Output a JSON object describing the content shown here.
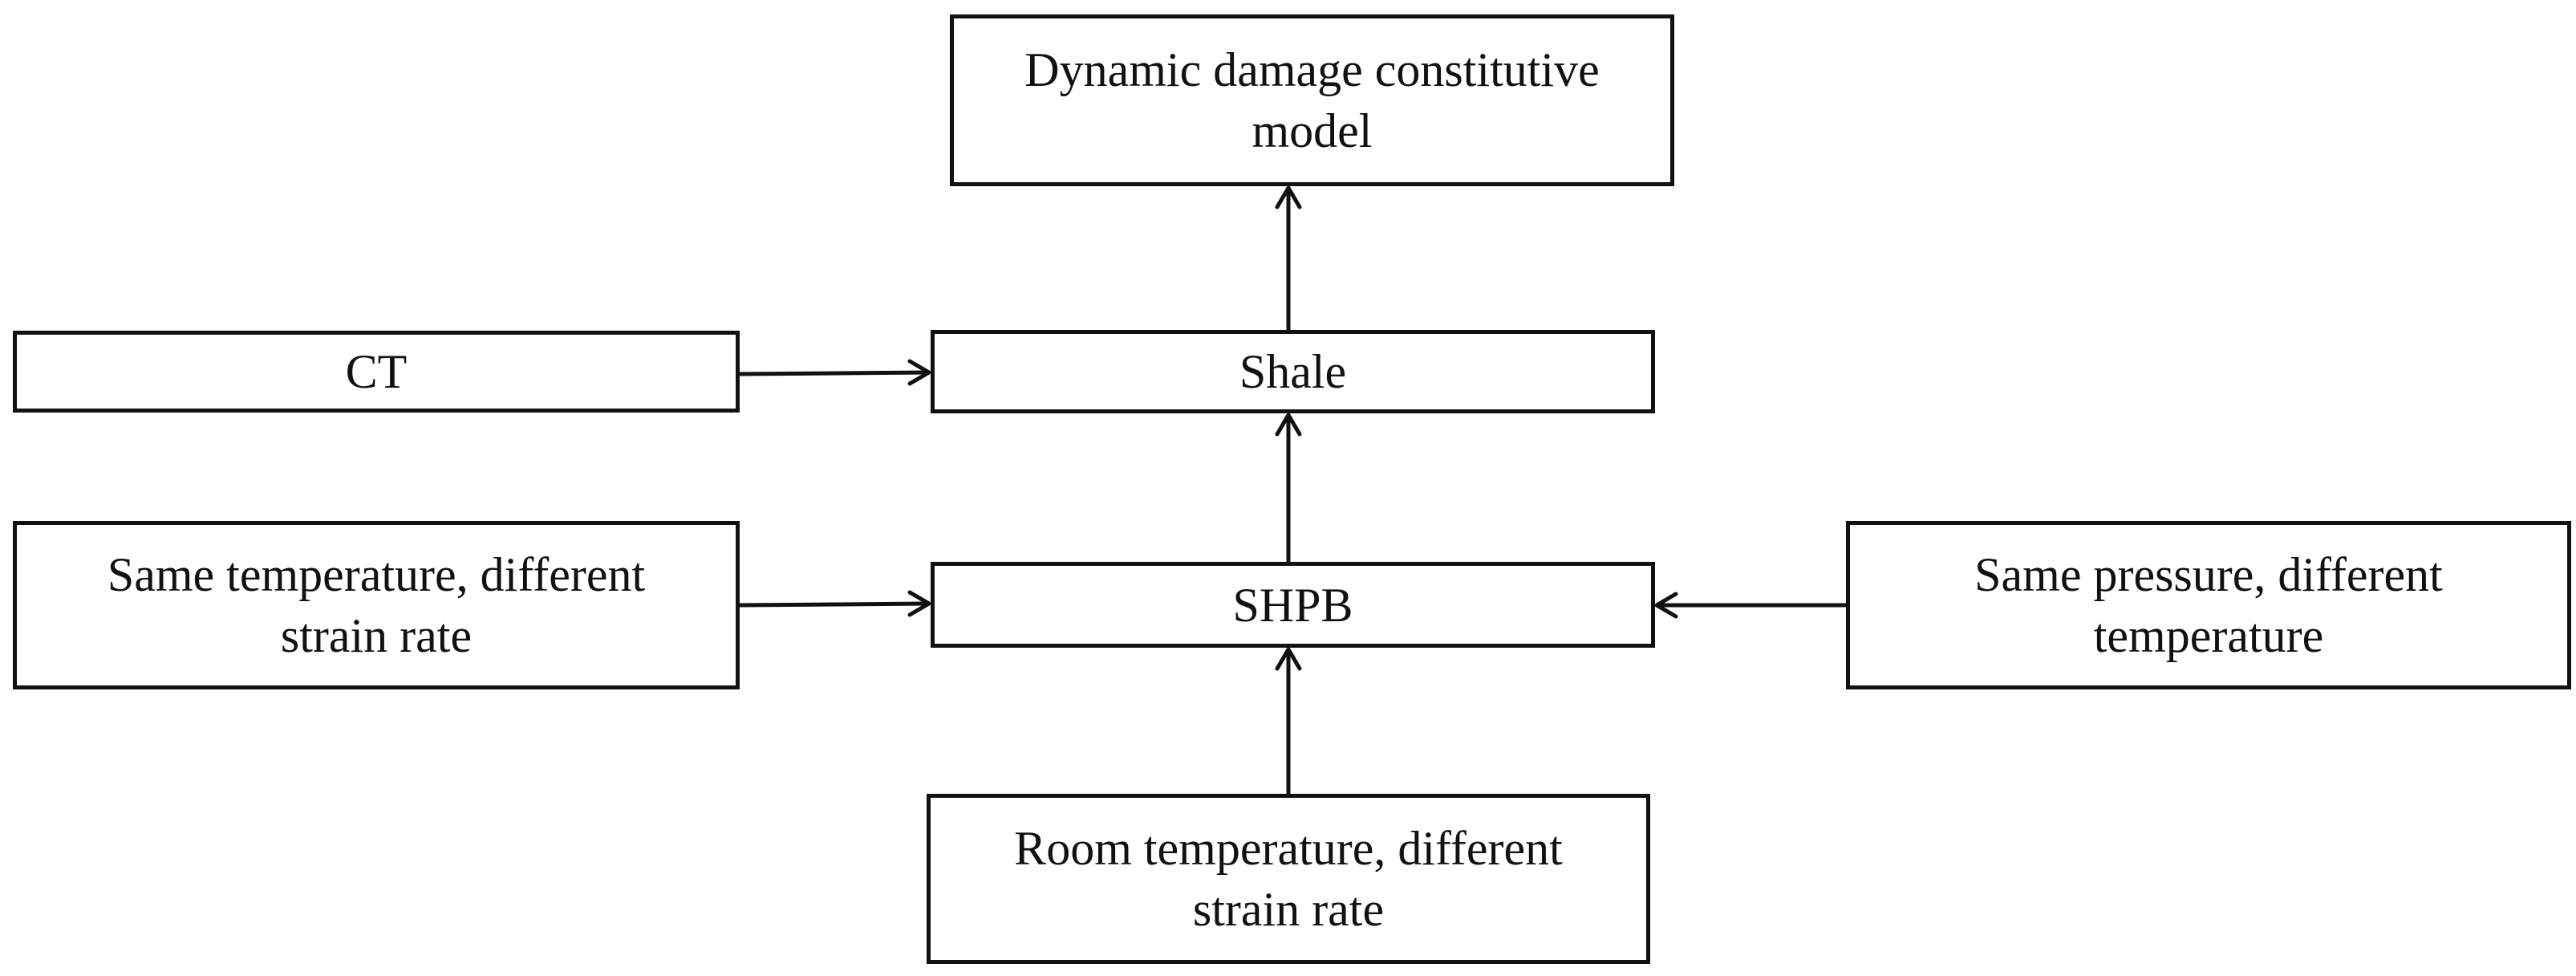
{
  "diagram": {
    "nodes": {
      "model": {
        "lines": [
          "Dynamic damage constitutive",
          "model"
        ]
      },
      "ct": {
        "lines": [
          "CT"
        ]
      },
      "shale": {
        "lines": [
          "Shale"
        ]
      },
      "same_temperature": {
        "lines": [
          "Same temperature, different",
          "strain rate"
        ]
      },
      "shpb": {
        "lines": [
          "SHPB"
        ]
      },
      "same_pressure": {
        "lines": [
          "Same pressure, different",
          "temperature"
        ]
      },
      "room_temperature": {
        "lines": [
          "Room temperature, different",
          "strain rate"
        ]
      }
    },
    "edges": [
      {
        "from": "ct",
        "to": "shale"
      },
      {
        "from": "shale",
        "to": "model"
      },
      {
        "from": "shpb",
        "to": "shale"
      },
      {
        "from": "same_temperature",
        "to": "shpb"
      },
      {
        "from": "same_pressure",
        "to": "shpb"
      },
      {
        "from": "room_temperature",
        "to": "shpb"
      }
    ],
    "colors": {
      "line": "#111111",
      "box_border": "#111111",
      "background": "#ffffff"
    }
  }
}
